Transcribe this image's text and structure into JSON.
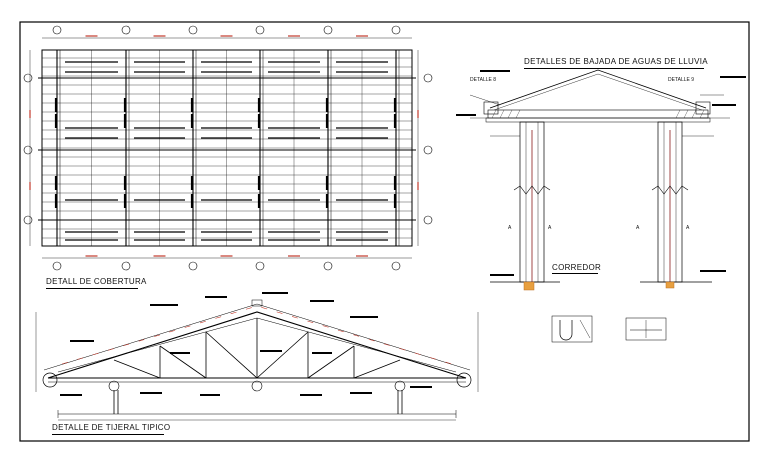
{
  "drawing": {
    "roof_plan_title": "DETALL DE COBERTURA",
    "truss_title": "DETALLE DE TIJERAL TIPICO",
    "drain_title": "DETALLES DE BAJADA DE AGUAS DE LLUVIA",
    "detail_left": "DETALLE 8",
    "detail_right": "DETALLE 9",
    "corridor_label": "CORREDOR",
    "section_mark": "A"
  }
}
